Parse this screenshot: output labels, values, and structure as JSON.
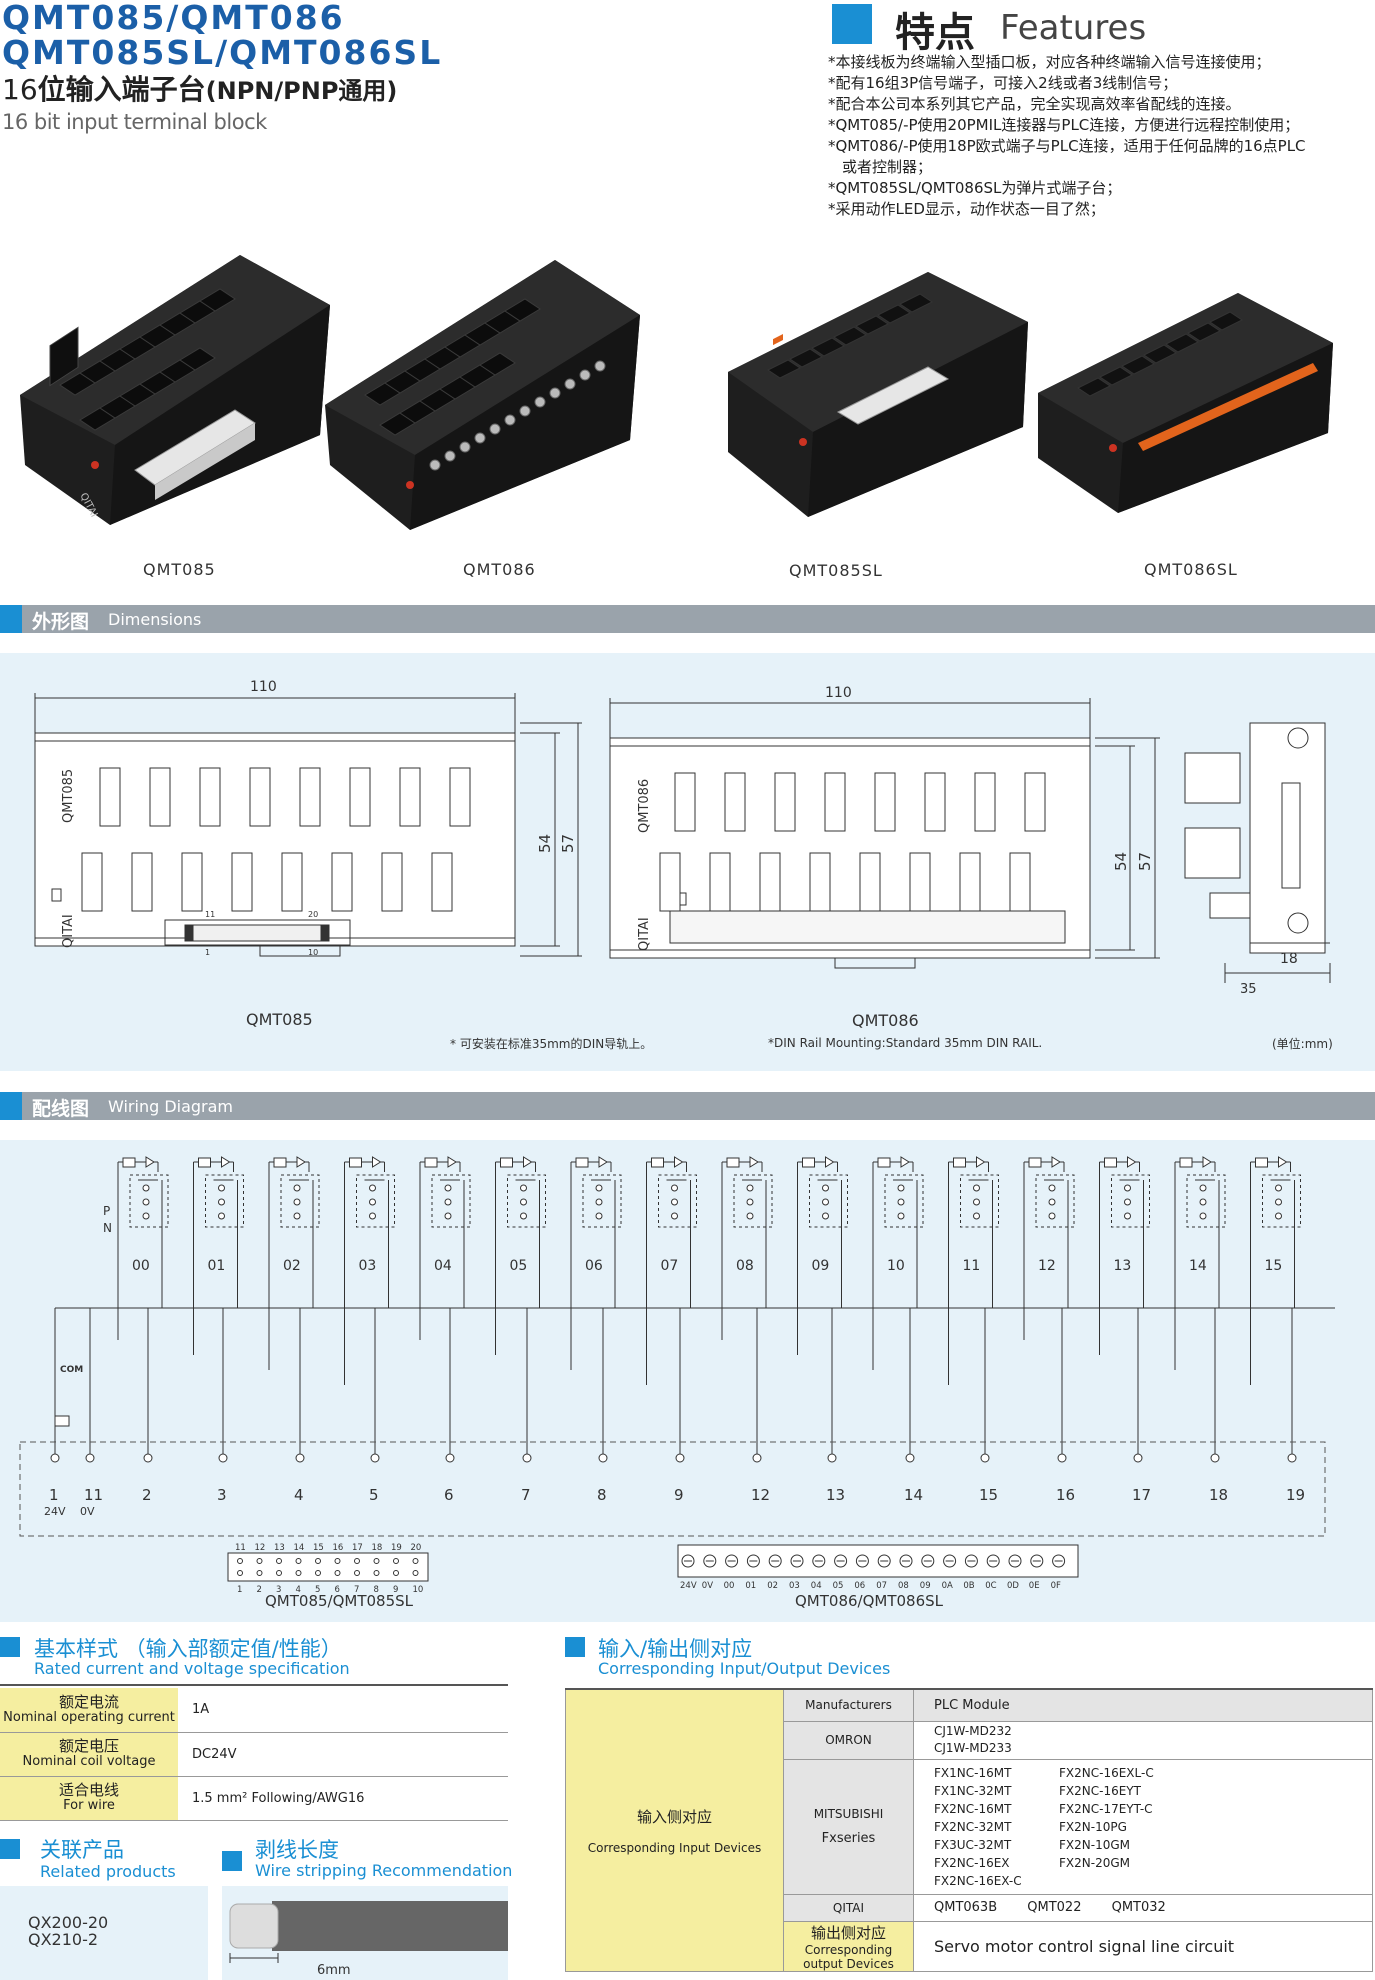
{
  "header": {
    "model_line1": "QMT085/QMT086",
    "model_line2": "QMT085SL/QMT086SL",
    "title_cn_a": "16",
    "title_cn_b": "位输入端子台",
    "title_cn_c": "(NPN/PNP通用)",
    "title_en": "16 bit input terminal block"
  },
  "features": {
    "title_cn": "特点",
    "title_en": "Features",
    "items": [
      "*本接线板为终端输入型插口板，对应各种终端输入信号连接使用；",
      "*配有16组3P信号端子，可接入2线或者3线制信号；",
      "*配合本公司本系列其它产品，完全实现高效率省配线的连接。",
      "*QMT085/-P使用20PMIL连接器与PLC连接，方便进行远程控制使用；",
      "*QMT086/-P使用18P欧式端子与PLC连接，适用于任何品牌的16点PLC",
      "  或者控制器；",
      "*QMT085SL/QMT086SL为弹片式端子台；",
      "*采用动作LED显示，动作状态一目了然；"
    ]
  },
  "products": [
    {
      "caption": "QMT085"
    },
    {
      "caption": "QMT086"
    },
    {
      "caption": "QMT085SL"
    },
    {
      "caption": "QMT086SL"
    }
  ],
  "photo_brand": "QITAI",
  "dimensions": {
    "title_cn": "外形图",
    "title_en": "Dimensions",
    "width1": "110",
    "width2": "110",
    "h54": "54",
    "h57": "57",
    "h54b": "54",
    "h57b": "57",
    "side18": "18",
    "side35": "35",
    "label_085": "QMT085",
    "label_086": "QMT086",
    "side_085": "QMT085",
    "side_086": "QMT086",
    "brand": "QITAI",
    "pin11": "11",
    "pin20": "20",
    "pin1": "1",
    "pin10": "10",
    "note_cn": "* 可安装在标准35mm的DIN导轨上。",
    "note_en": "*DIN Rail Mounting:Standard 35mm DIN RAIL.",
    "unit": "(单位:mm)"
  },
  "wiring": {
    "title_cn": "配线图",
    "title_en": "Wiring Diagram",
    "p": "P",
    "n": "N",
    "com": "COM",
    "channels": [
      "00",
      "01",
      "02",
      "03",
      "04",
      "05",
      "06",
      "07",
      "08",
      "09",
      "10",
      "11",
      "12",
      "13",
      "14",
      "15"
    ],
    "terminals": [
      "1",
      "11",
      "2",
      "3",
      "4",
      "5",
      "6",
      "7",
      "8",
      "9",
      "12",
      "13",
      "14",
      "15",
      "16",
      "17",
      "18",
      "19"
    ],
    "v24": "24V",
    "v0": "0V",
    "conn1_top": [
      "11",
      "12",
      "13",
      "14",
      "15",
      "16",
      "17",
      "18",
      "19",
      "20"
    ],
    "conn1_bot": [
      "1",
      "2",
      "3",
      "4",
      "5",
      "6",
      "7",
      "8",
      "9",
      "10"
    ],
    "conn2_labels": [
      "24V",
      "0V",
      "00",
      "01",
      "02",
      "03",
      "04",
      "05",
      "06",
      "07",
      "08",
      "09",
      "0A",
      "0B",
      "0C",
      "0D",
      "0E",
      "0F"
    ],
    "conn1_caption": "QMT085/QMT085SL",
    "conn2_caption": "QMT086/QMT086SL"
  },
  "spec": {
    "title_cn": "基本样式 （输入部额定值/性能）",
    "title_en": "Rated current and voltage specification",
    "rows": [
      {
        "k_cn": "额定电流",
        "k_en": "Nominal operating current",
        "v": "1A"
      },
      {
        "k_cn": "额定电压",
        "k_en": "Nominal coil voltage",
        "v": "DC24V"
      },
      {
        "k_cn": "适合电线",
        "k_en": "For wire",
        "v": "1.5 mm² Following/AWG16"
      }
    ]
  },
  "related": {
    "title_cn": "关联产品",
    "title_en": "Related products",
    "items": [
      "QX200-20",
      "QX210-2"
    ]
  },
  "strip": {
    "title_cn": "剥线长度",
    "title_en": "Wire stripping Recommendation",
    "length": "6mm"
  },
  "io": {
    "title_cn": "输入/输出侧对应",
    "title_en": "Corresponding Input/Output Devices",
    "col_manufacturers": "Manufacturers",
    "col_plc": "PLC Module",
    "input_cn": "输入侧对应",
    "input_en": "Corresponding Input Devices",
    "omron": "OMRON",
    "omron_models": [
      "CJ1W-MD232",
      "CJ1W-MD233"
    ],
    "mitsubishi": "MITSUBISHI",
    "fxseries": "Fxseries",
    "mits_col1": [
      "FX1NC-16MT",
      "FX1NC-32MT",
      "FX2NC-16MT",
      "FX2NC-32MT",
      "FX3UC-32MT",
      "FX2NC-16EX",
      "FX2NC-16EX-C"
    ],
    "mits_col2": [
      "FX2NC-16EXL-C",
      "FX2NC-16EYT",
      "FX2NC-17EYT-C",
      "FX2N-10PG",
      "FX2N-10GM",
      "FX2N-20GM"
    ],
    "qitai": "QITAI",
    "qitai_models": [
      "QMT063B",
      "QMT022",
      "QMT032"
    ],
    "output_cn": "输出侧对应",
    "output_en": "Corresponding output Devices",
    "output_value": "Servo motor control signal line circuit"
  }
}
